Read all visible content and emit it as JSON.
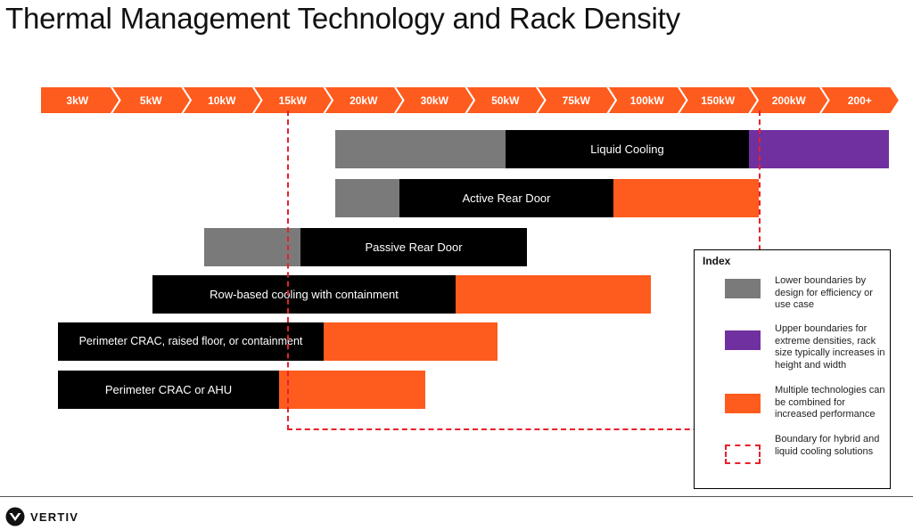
{
  "title": "Thermal Management Technology and Rack Density",
  "scale": [
    "3kW",
    "5kW",
    "10kW",
    "15kW",
    "20kW",
    "30kW",
    "50kW",
    "75kW",
    "100kW",
    "150kW",
    "200kW",
    "200+"
  ],
  "technologies": [
    {
      "label": "Liquid Cooling",
      "segments": [
        "gray",
        "black",
        "purple"
      ]
    },
    {
      "label": "Active Rear Door",
      "segments": [
        "gray",
        "black",
        "orange"
      ]
    },
    {
      "label": "Passive Rear Door",
      "segments": [
        "gray",
        "black"
      ]
    },
    {
      "label": "Row-based cooling with containment",
      "segments": [
        "black",
        "orange"
      ]
    },
    {
      "label": "Perimeter CRAC, raised floor, or containment",
      "segments": [
        "black",
        "orange"
      ]
    },
    {
      "label": "Perimeter CRAC or AHU",
      "segments": [
        "black",
        "orange"
      ]
    }
  ],
  "legend": {
    "title": "Index",
    "items": [
      {
        "text": "Lower boundaries by design for efficiency or use case",
        "swatch": "gray"
      },
      {
        "text": "Upper boundaries for extreme densities, rack size typically increases in height and width",
        "swatch": "purple"
      },
      {
        "text": "Multiple technologies can be combined for increased performance",
        "swatch": "orange"
      },
      {
        "text": "Boundary for hybrid and liquid cooling solutions",
        "swatch": "dashed-boundary"
      }
    ]
  },
  "colors": {
    "gray": "#7a7a7a",
    "black": "#000000",
    "orange": "#fe5b1e",
    "purple": "#7030a0",
    "boundary": "#e8202a"
  },
  "brand": {
    "name": "VERTIV",
    "icon": "vertiv-logo-icon"
  }
}
